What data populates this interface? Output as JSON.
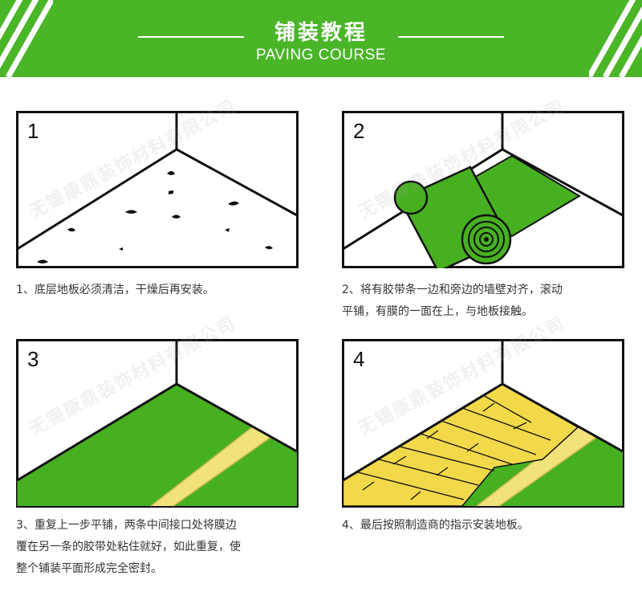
{
  "header": {
    "title_cn": "铺装教程",
    "title_en": "PAVING COURSE",
    "bg_color": "#49b527"
  },
  "steps": [
    {
      "number": "1",
      "caption_lines": [
        "1、底层地板必须清洁，干燥后再安装。"
      ]
    },
    {
      "number": "2",
      "caption_lines": [
        "2、将有胶带条一边和旁边的墙壁对齐，滚动",
        "平铺，有膜的一面在上，与地板接触。"
      ]
    },
    {
      "number": "3",
      "caption_lines": [
        "3、重复上一步平铺，两条中间接口处将膜边",
        "覆在另一条的胶带处粘住就好，如此重复，使",
        "整个铺装平面形成完全密封。"
      ]
    },
    {
      "number": "4",
      "caption_lines": [
        "4、最后按照制造商的指示安装地板。"
      ]
    }
  ],
  "watermark": {
    "text": "无锡康鼎装饰材料有限公司"
  },
  "colors": {
    "grass": "#47b021",
    "tape": "#f2e27a",
    "wood": "#f2d94a",
    "outline": "#111111"
  }
}
